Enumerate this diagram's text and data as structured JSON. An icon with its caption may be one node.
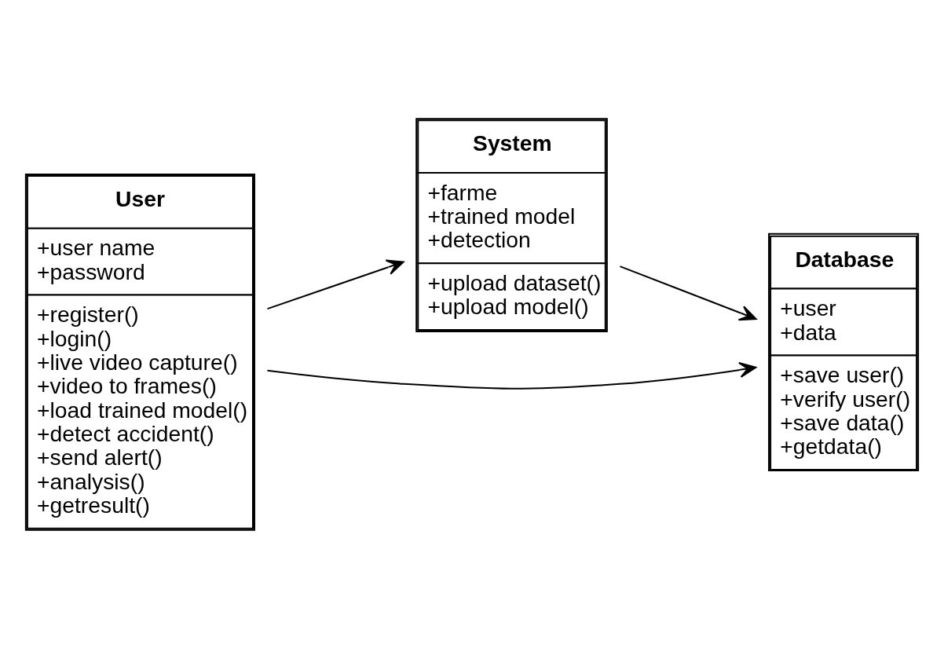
{
  "diagram": {
    "nodes": [
      {
        "text": [
          "User",
          "+user name +password",
          "+register() +login() +live video capture() +video to frames() +load trained model() +detect accident() +send alert() +analysis() +getresult()"
        ]
      },
      {
        "text": [
          "System",
          "+farme +trained model +detection",
          "+upload dataset() +upload model()"
        ]
      },
      {
        "text": [
          "Database",
          "+user +data",
          "+save user() +verify user() +save data() +getdata()"
        ]
      }
    ],
    "edges": [
      {
        "from": 0,
        "to": 1,
        "arrow": "to"
      },
      {
        "from": 0,
        "to": 2,
        "arrow": "to"
      },
      {
        "from": 1,
        "to": 2,
        "arrow": "to"
      }
    ]
  }
}
